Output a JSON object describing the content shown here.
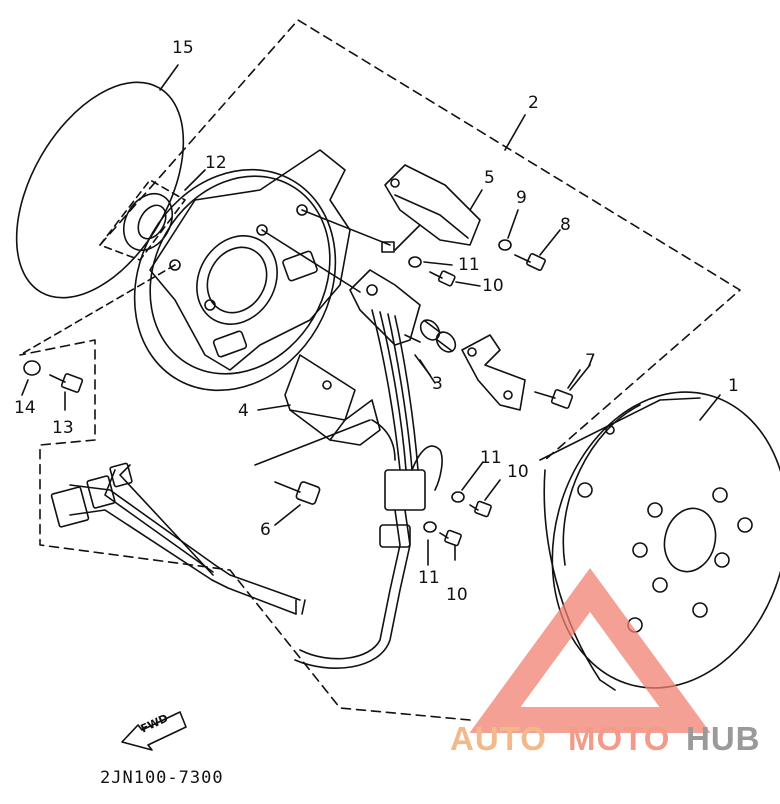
{
  "diagram": {
    "callouts": {
      "c1": "1",
      "c2": "2",
      "c3": "3",
      "c4": "4",
      "c5": "5",
      "c6": "6",
      "c7": "7",
      "c8": "8",
      "c9": "9",
      "c10a": "10",
      "c10b": "10",
      "c10c": "10",
      "c11a": "11",
      "c11b": "11",
      "c11c": "11",
      "c12": "12",
      "c13": "13",
      "c14": "14",
      "c15": "15"
    },
    "fwd_label": "FWD",
    "part_number": "2JN100-7300"
  },
  "watermark": {
    "auto": "AUTO",
    "moto": "MOTO",
    "hub": "HUB",
    "colors": {
      "auto": "#f2b98a",
      "moto": "#f29b8a",
      "hub": "#9a9a9a",
      "triangle": "#f08070"
    }
  }
}
